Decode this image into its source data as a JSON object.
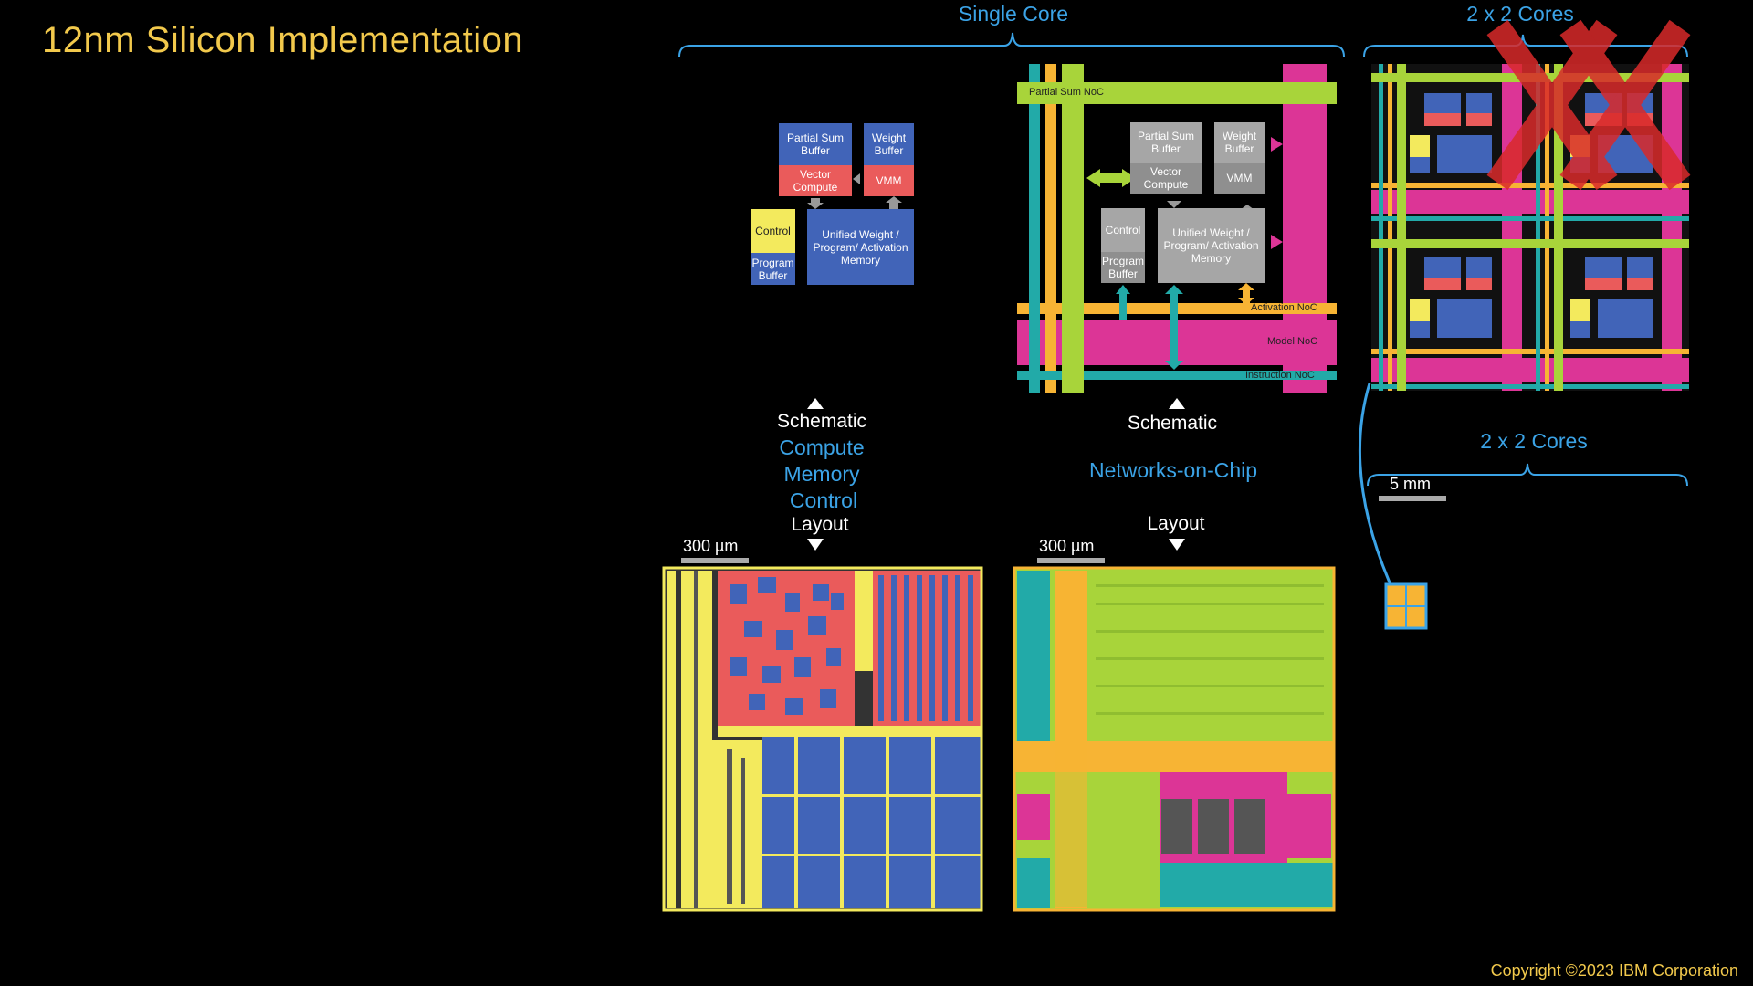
{
  "slide": {
    "title": "12nm Silicon Implementation",
    "copyright": "Copyright ©2023 IBM Corporation"
  },
  "headers": {
    "single_core": "Single Core",
    "two_by_two_top": "2 x 2 Cores",
    "two_by_two_mid": "2 x 2 Cores"
  },
  "schematic_left": {
    "partial_sum_buffer": "Partial Sum Buffer",
    "weight_buffer": "Weight Buffer",
    "vector_compute": "Vector Compute",
    "vmm": "VMM",
    "control": "Control",
    "program_buffer": "Program Buffer",
    "unified_memory": "Unified Weight / Program/ Activation Memory"
  },
  "schematic_right": {
    "partial_sum_noc": "Partial Sum NoC",
    "partial_sum_buffer": "Partial Sum Buffer",
    "weight_buffer": "Weight Buffer",
    "vector_compute": "Vector Compute",
    "vmm": "VMM",
    "control": "Control",
    "program_buffer": "Program Buffer",
    "unified_memory": "Unified Weight / Program/ Activation Memory",
    "activation_noc": "Activation NoC",
    "model_noc": "Model NoC",
    "instruction_noc": "Instruction NoC"
  },
  "captions_left": {
    "schematic": "Schematic",
    "compute": "Compute",
    "memory": "Memory",
    "control": "Control",
    "layout": "Layout"
  },
  "captions_right": {
    "schematic": "Schematic",
    "networks": "Networks-on-Chip",
    "layout": "Layout"
  },
  "scales": {
    "left": "300 µm",
    "right": "300 µm",
    "chip": "5 mm"
  },
  "colors": {
    "title": "#f2c94c",
    "accent_blue": "#3ba3e6",
    "compute_red": "#ea5b5b",
    "memory_blue": "#4164b8",
    "control_yellow": "#f3ea5d",
    "noc_green": "#a8d43a",
    "noc_orange": "#f7b434",
    "noc_magenta": "#dc3596",
    "noc_teal": "#22aaa8",
    "overlay_red": "#d92a2a"
  }
}
